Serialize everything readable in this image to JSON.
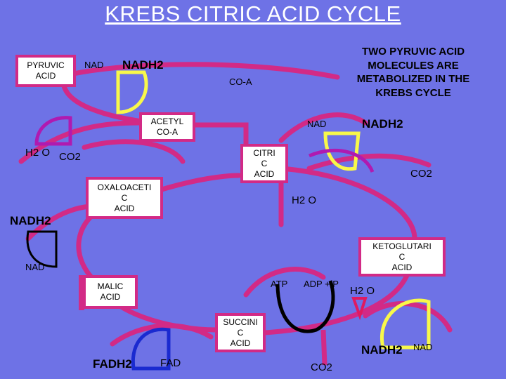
{
  "title": "KREBS CITRIC ACID CYCLE",
  "note": [
    "TWO PYRUVIC ACID",
    "MOLECULES ARE",
    "METABOLIZED IN THE",
    "KREBS CYCLE"
  ],
  "boxes": {
    "pyruvic": [
      "PYRUVIC",
      "ACID"
    ],
    "acetyl": [
      "ACETYL",
      "CO-A"
    ],
    "citric": [
      "CITRI",
      "C",
      "ACID"
    ],
    "oxaloacetic": [
      "OXALOACETI",
      "C",
      "ACID"
    ],
    "ketoglutaric": [
      "KETOGLUTARI",
      "C",
      "ACID"
    ],
    "malic": [
      "MALIC",
      "ACID"
    ],
    "succinic": [
      "SUCCINI",
      "C",
      "ACID"
    ]
  },
  "labels": {
    "nad_top": "NAD",
    "nadh2_top": "NADH2",
    "co_a": "CO-A",
    "nad_right": "NAD",
    "nadh2_right": "NADH2",
    "h2o_left": "H2 O",
    "co2_left": "CO2",
    "co2_right": "CO2",
    "h2o_mid": "H2 O",
    "nadh2_left": "NADH2",
    "nad_left": "NAD",
    "atp": "ATP",
    "adp_p": "ADP + P",
    "h2o_right": "H2 O",
    "nadh2_bottom": "NADH2",
    "nad_bottom": "NAD",
    "fadh2": "FADH2",
    "fad": "FAD",
    "co2_bottom": "CO2"
  },
  "colors": {
    "background": "#6e72e6",
    "cycle": "#d22a86",
    "nad_shape": "#f8f84a",
    "co2_shape": "#b01ab0",
    "atp_shape": "#000000",
    "fad_shape": "#1a2ad0",
    "water_shape": "#e01a60"
  }
}
